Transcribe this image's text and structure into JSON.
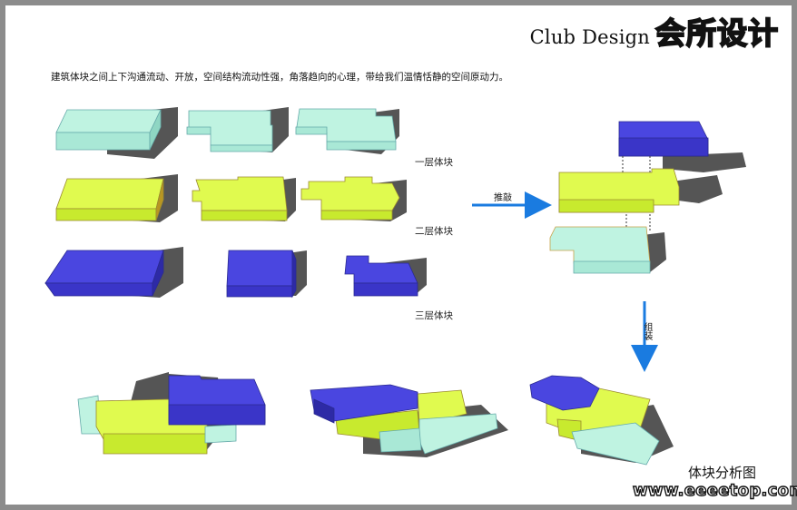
{
  "header": {
    "title_en": "Club Design",
    "title_cn": "会所设计"
  },
  "description": "建筑体块之间上下沟通流动、开放，空间结构流动性强，角落趋向的心理，带给我们温情恬静的空间原动力。",
  "rows": {
    "floor1_label": "一层体块",
    "floor2_label": "二层体块",
    "floor3_label": "三层体块"
  },
  "arrows": {
    "push_label": "推敲",
    "assemble_label": "组装"
  },
  "caption": "体块分析图",
  "watermark": "www.eeeetop.com",
  "colors": {
    "floor1": "#b7f0dc",
    "floor2": "#dcfa4a",
    "floor3": "#3a35d6",
    "shadow": "#5a5a5a",
    "arrow": "#1a7be0"
  }
}
